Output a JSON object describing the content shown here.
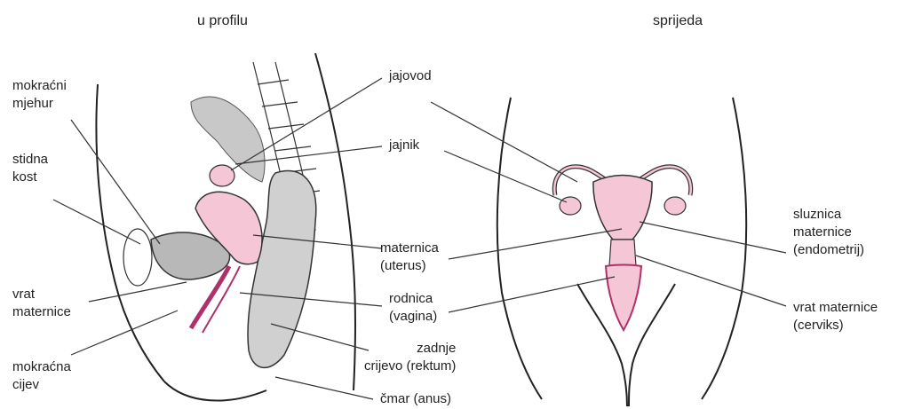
{
  "titles": {
    "left": "u profilu",
    "right": "sprijeda"
  },
  "labels": {
    "mokracni_mjehur": [
      "mokraćni",
      "mjehur"
    ],
    "stidna_kost": [
      "stidna",
      "kost"
    ],
    "vrat_maternice_left": [
      "vrat",
      "maternice"
    ],
    "mokracna_cijev": [
      "mokraćna",
      "cijev"
    ],
    "jajovod": [
      "jajovod"
    ],
    "jajnik": [
      "jajnik"
    ],
    "maternica": [
      "maternica",
      "(uterus)"
    ],
    "rodnica": [
      "rodnica",
      "(vagina)"
    ],
    "zadnje_crijevo": [
      "zadnje",
      "crijevo (rektum)"
    ],
    "cmar": [
      "čmar (anus)"
    ],
    "sluznica": [
      "sluznica",
      "maternice",
      "(endometrij)"
    ],
    "vrat_maternice_right": [
      "vrat maternice",
      "(cerviks)"
    ]
  },
  "colors": {
    "organ_pink": "#f4c6d6",
    "organ_dark": "#b0306a",
    "gray": "#c8c8c8",
    "line": "#222222"
  }
}
